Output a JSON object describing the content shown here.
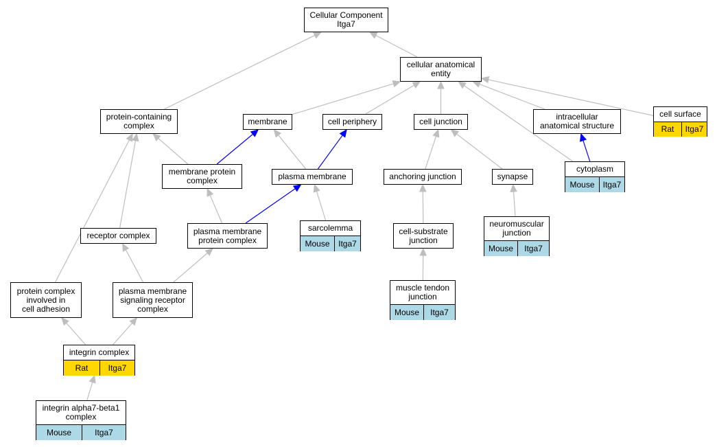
{
  "nodes": {
    "root": {
      "lines": [
        "Cellular Component",
        "Itga7"
      ]
    },
    "cae": {
      "lines": [
        "cellular anatomical",
        "entity"
      ]
    },
    "pcc": {
      "lines": [
        "protein-containing",
        "complex"
      ]
    },
    "membrane": {
      "lines": [
        "membrane"
      ]
    },
    "periphery": {
      "lines": [
        "cell periphery"
      ]
    },
    "junction": {
      "lines": [
        "cell junction"
      ]
    },
    "ias": {
      "lines": [
        "intracellular",
        "anatomical structure"
      ]
    },
    "surface": {
      "lines": [
        "cell surface"
      ],
      "tags": [
        "Rat",
        "Itga7"
      ]
    },
    "mpc": {
      "lines": [
        "membrane protein",
        "complex"
      ]
    },
    "pm": {
      "lines": [
        "plasma membrane"
      ]
    },
    "anchoring": {
      "lines": [
        "anchoring junction"
      ]
    },
    "synapse": {
      "lines": [
        "synapse"
      ]
    },
    "cytoplasm": {
      "lines": [
        "cytoplasm"
      ],
      "tags": [
        "Mouse",
        "Itga7"
      ]
    },
    "receptor": {
      "lines": [
        "receptor complex"
      ]
    },
    "pmpc": {
      "lines": [
        "plasma membrane",
        "protein complex"
      ]
    },
    "sarcolemma": {
      "lines": [
        "sarcolemma"
      ],
      "tags": [
        "Mouse",
        "Itga7"
      ]
    },
    "csj": {
      "lines": [
        "cell-substrate",
        "junction"
      ]
    },
    "nmj": {
      "lines": [
        "neuromuscular",
        "junction"
      ],
      "tags": [
        "Mouse",
        "Itga7"
      ]
    },
    "pcica": {
      "lines": [
        "protein complex",
        "involved in",
        "cell adhesion"
      ]
    },
    "pmsrc": {
      "lines": [
        "plasma membrane",
        "signaling receptor",
        "complex"
      ]
    },
    "mtj": {
      "lines": [
        "muscle tendon",
        "junction"
      ],
      "tags": [
        "Mouse",
        "Itga7"
      ]
    },
    "integrin": {
      "lines": [
        "integrin complex"
      ],
      "tags": [
        "Rat",
        "Itga7"
      ]
    },
    "a7b1": {
      "lines": [
        "integrin alpha7-beta1",
        "complex"
      ],
      "tags": [
        "Mouse",
        "Itga7"
      ]
    }
  },
  "edges": [
    {
      "from": "cae",
      "to": "root",
      "color": "#bebebe"
    },
    {
      "from": "pcc",
      "to": "root",
      "color": "#bebebe"
    },
    {
      "from": "membrane",
      "to": "cae",
      "color": "#bebebe"
    },
    {
      "from": "periphery",
      "to": "cae",
      "color": "#bebebe"
    },
    {
      "from": "junction",
      "to": "cae",
      "color": "#bebebe"
    },
    {
      "from": "ias",
      "to": "cae",
      "color": "#bebebe"
    },
    {
      "from": "surface",
      "to": "cae",
      "color": "#bebebe"
    },
    {
      "from": "cytoplasm",
      "to": "cae",
      "color": "#bebebe"
    },
    {
      "from": "cytoplasm",
      "to": "ias",
      "color": "#0000ff"
    },
    {
      "from": "mpc",
      "to": "pcc",
      "color": "#bebebe"
    },
    {
      "from": "mpc",
      "to": "membrane",
      "color": "#0000ff"
    },
    {
      "from": "pm",
      "to": "membrane",
      "color": "#bebebe"
    },
    {
      "from": "pm",
      "to": "periphery",
      "color": "#0000ff"
    },
    {
      "from": "anchoring",
      "to": "junction",
      "color": "#bebebe"
    },
    {
      "from": "synapse",
      "to": "junction",
      "color": "#bebebe"
    },
    {
      "from": "receptor",
      "to": "pcc",
      "color": "#bebebe"
    },
    {
      "from": "pmpc",
      "to": "mpc",
      "color": "#bebebe"
    },
    {
      "from": "pmpc",
      "to": "pm",
      "color": "#0000ff"
    },
    {
      "from": "sarcolemma",
      "to": "pm",
      "color": "#bebebe"
    },
    {
      "from": "csj",
      "to": "anchoring",
      "color": "#bebebe"
    },
    {
      "from": "nmj",
      "to": "synapse",
      "color": "#bebebe"
    },
    {
      "from": "pcica",
      "to": "pcc",
      "color": "#bebebe"
    },
    {
      "from": "pmsrc",
      "to": "receptor",
      "color": "#bebebe"
    },
    {
      "from": "pmsrc",
      "to": "pmpc",
      "color": "#bebebe"
    },
    {
      "from": "mtj",
      "to": "csj",
      "color": "#bebebe"
    },
    {
      "from": "integrin",
      "to": "pcica",
      "color": "#bebebe"
    },
    {
      "from": "integrin",
      "to": "pmsrc",
      "color": "#bebebe"
    },
    {
      "from": "a7b1",
      "to": "integrin",
      "color": "#bebebe"
    }
  ]
}
